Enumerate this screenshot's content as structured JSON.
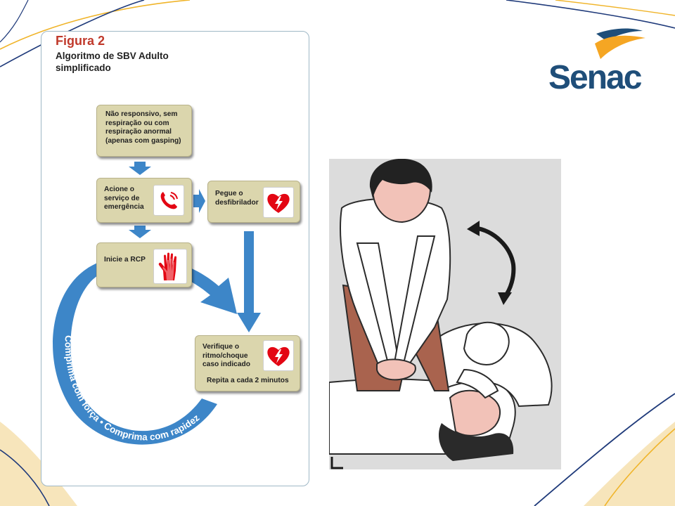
{
  "slide": {
    "figure": {
      "title": "Figura 2",
      "subtitle": "Algoritmo de SBV Adulto\nsimplificado",
      "steps": {
        "unresponsive": "Não responsivo, sem\nrespiração ou com\nrespiração anormal\n(apenas com gasping)",
        "call_emergency": "Acione o\nserviço de\nemergência",
        "get_defibrillator": "Pegue o\ndesfibrilador",
        "start_cpr": "Inicie a RCP",
        "check_rhythm": "Verifique o\nritmo/choque\ncaso indicado",
        "repeat": "Repita a cada 2 minutos"
      },
      "cycle_text": "Comprima com força • Comprima com rapidez"
    },
    "logo": {
      "text": "Senac",
      "colors": {
        "navy": "#1f4e79",
        "orange": "#f5a623"
      }
    },
    "colors": {
      "box_fill": "#dbd6ad",
      "arrow_blue": "#3d86c8",
      "accent_red": "#e30613",
      "background_lines_navy": "#1f3a7a",
      "background_lines_gold": "#f0b429"
    },
    "icons": [
      "phone-icon",
      "defibrillator-heart-icon",
      "hand-icon",
      "double-arrow-icon"
    ]
  }
}
